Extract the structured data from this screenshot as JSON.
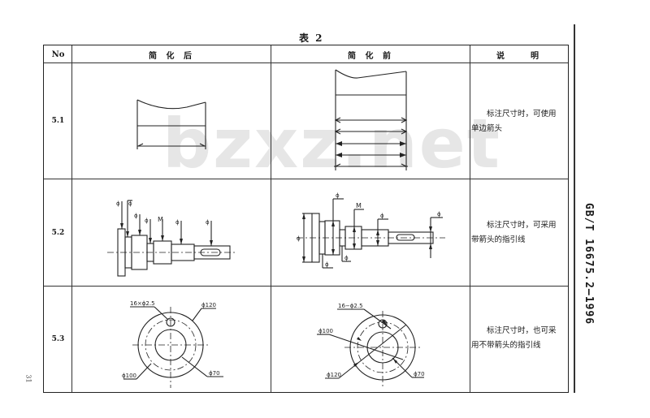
{
  "document": {
    "table_caption": "表 2",
    "side_title": "GB/T 16675.2—1996",
    "page_number": "31",
    "watermark": "bzxz.net"
  },
  "table": {
    "headers": [
      "No",
      "简 化 后",
      "简 化 前",
      "说　　明"
    ],
    "rows": [
      {
        "no": "5.1",
        "after_figure": "single-arrow-dimension-lines",
        "before_figure": "double-arrow-dimension-lines",
        "description": "标注尺寸时，可使用单边箭头"
      },
      {
        "no": "5.2",
        "after_figure": "shaft-leader-lines-with-arrows",
        "before_figure": "shaft-dimension-lines",
        "after_labels": [
          "ϕ",
          "ϕ",
          "ϕ",
          "ϕ",
          "M",
          "ϕ",
          "ϕ"
        ],
        "before_labels": [
          "ϕ",
          "M",
          "ϕ",
          "ϕ",
          "ϕ",
          "ϕ",
          "ϕ"
        ],
        "description": "标注尺寸时，可采用带箭头的指引线"
      },
      {
        "no": "5.3",
        "after_figure": "flange-leader-lines-no-arrows",
        "before_figure": "flange-leader-lines-with-arrows",
        "after_labels": {
          "holes": "16×ϕ2.5",
          "outer": "ϕ120",
          "pitch": "ϕ100",
          "inner": "ϕ70"
        },
        "before_labels": {
          "holes": "16−ϕ2.5",
          "outer": "ϕ120",
          "pitch": "ϕ100",
          "inner": "ϕ70"
        },
        "description": "标注尺寸时，也可采用不带箭头的指引线"
      }
    ]
  }
}
